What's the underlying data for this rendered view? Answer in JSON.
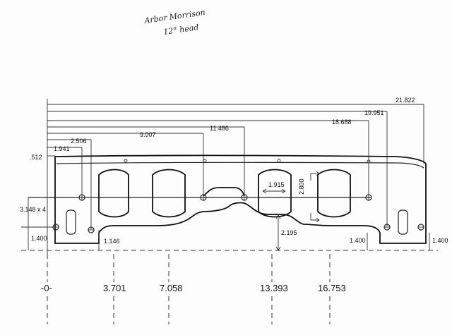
{
  "header": {
    "name": "Arbor Morrison",
    "note": "12° head"
  },
  "top_dimensions": {
    "d1": "21.822",
    "d2": "19.951",
    "d3": "18.688",
    "d4": "11.486",
    "d5": "9.007",
    "d6": "2.506",
    "d7": "1.941",
    "d8": ".512"
  },
  "side_dimensions": {
    "left_height": "3.148 x 4",
    "left_bottom": "1.400",
    "right_bottom_a": "1.400",
    "right_bottom_b": "1.400"
  },
  "inner_dimensions": {
    "port_width": "1.915",
    "port_height": "2.800",
    "port_depth": "2.195",
    "small_offset": "1.146"
  },
  "bottom_dimensions": {
    "b0": "-0-",
    "b1": "3.701",
    "b2": "7.058",
    "b3": "13.393",
    "b4": "16.753"
  }
}
